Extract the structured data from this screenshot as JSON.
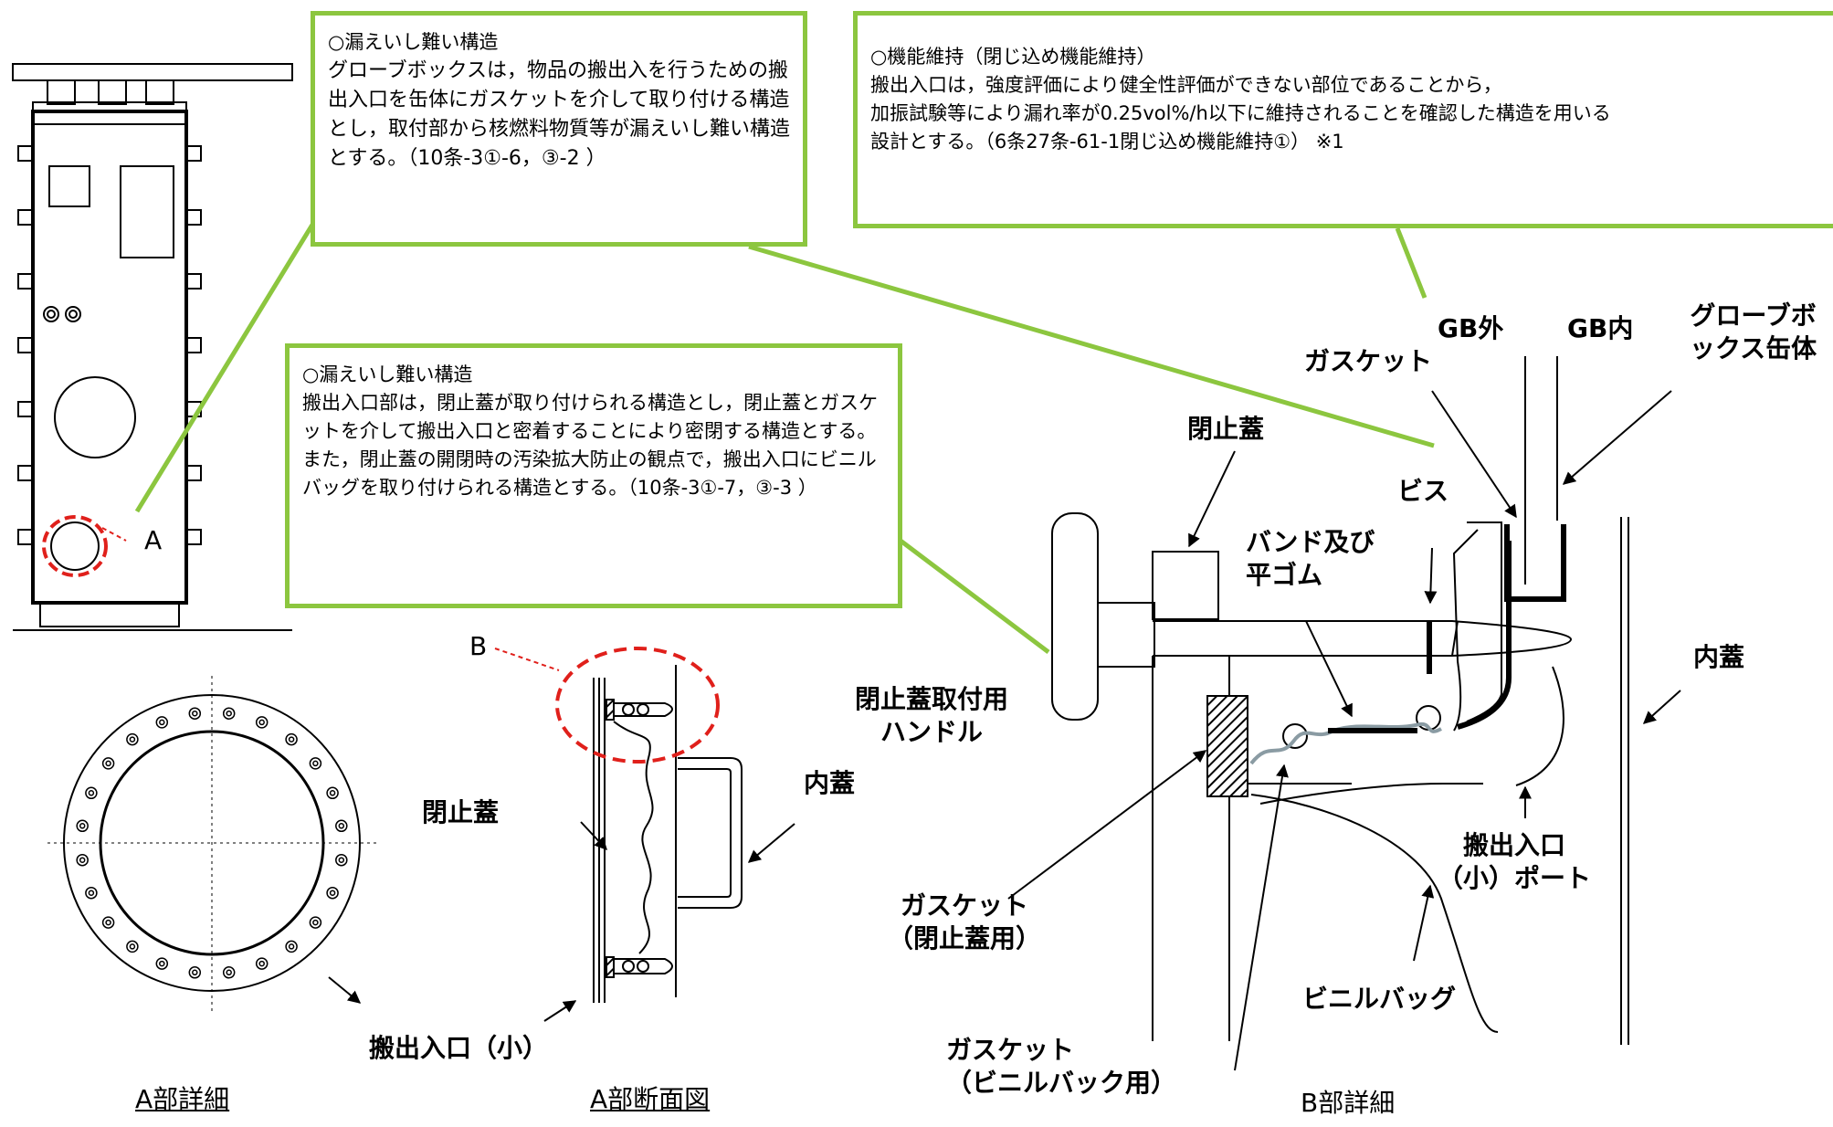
{
  "callouts": {
    "top_left": {
      "heading": "○漏えいし難い構造",
      "body": "グローブボックスは，物品の搬出入を行うための搬出入口を缶体にガスケットを介して取り付ける構造とし，取付部から核燃料物質等が漏えいし難い構造とする。（10条-3①-6，③-2 ）"
    },
    "middle": {
      "heading": "○漏えいし難い構造",
      "body": "搬出入口部は，閉止蓋が取り付けられる構造とし，閉止蓋とガスケットを介して搬出入口と密着することにより密閉する構造とする。また，閉止蓋の開閉時の汚染拡大防止の観点で，搬出入口にビニルバッグを取り付けられる構造とする。（10条-3①-7，③-3 ）"
    },
    "top_right": {
      "heading": "○機能維持（閉じ込め機能維持）",
      "line1": "搬出入口は，強度評価により健全性評価ができない部位であることから，",
      "line2": "加振試験等により漏れ率が0.25vol%/h以下に維持されることを確認した構造を用いる",
      "line3": "設計とする。（6条27条-61-1閉じ込め機能維持①） ※1"
    }
  },
  "overview": {
    "marker_A": "A"
  },
  "detail_A": {
    "caption": "A部詳細",
    "port_label": "搬出入口（小）"
  },
  "section_A": {
    "caption": "A部断面図",
    "marker_B": "B",
    "label_closing_lid": "閉止蓋",
    "label_inner_lid": "内蓋"
  },
  "detail_B": {
    "caption": "B部詳細",
    "gb_outside": "GB外",
    "gb_inside": "GB内",
    "glovebox_body_l1": "グローブボ",
    "glovebox_body_l2": "ックス缶体",
    "gasket": "ガスケット",
    "closing_lid": "閉止蓋",
    "screw": "ビス",
    "band_l1": "バンド及び",
    "band_l2": "平ゴム",
    "inner_lid": "内蓋",
    "handle_l1": "閉止蓋取付用",
    "handle_l2": "ハンドル",
    "port_l1": "搬出入口",
    "port_l2": "（小）ポート",
    "gasket_lid_l1": "ガスケット",
    "gasket_lid_l2": "（閉止蓋用）",
    "vinyl_bag": "ビニルバッグ",
    "gasket_bag_l1": "ガスケット",
    "gasket_bag_l2": "（ビニルバック用）"
  },
  "colors": {
    "callout_border": "#8cc63f",
    "leader": "#8cc63f",
    "highlight": "#e0201b",
    "bag": "#8a9ba3"
  }
}
